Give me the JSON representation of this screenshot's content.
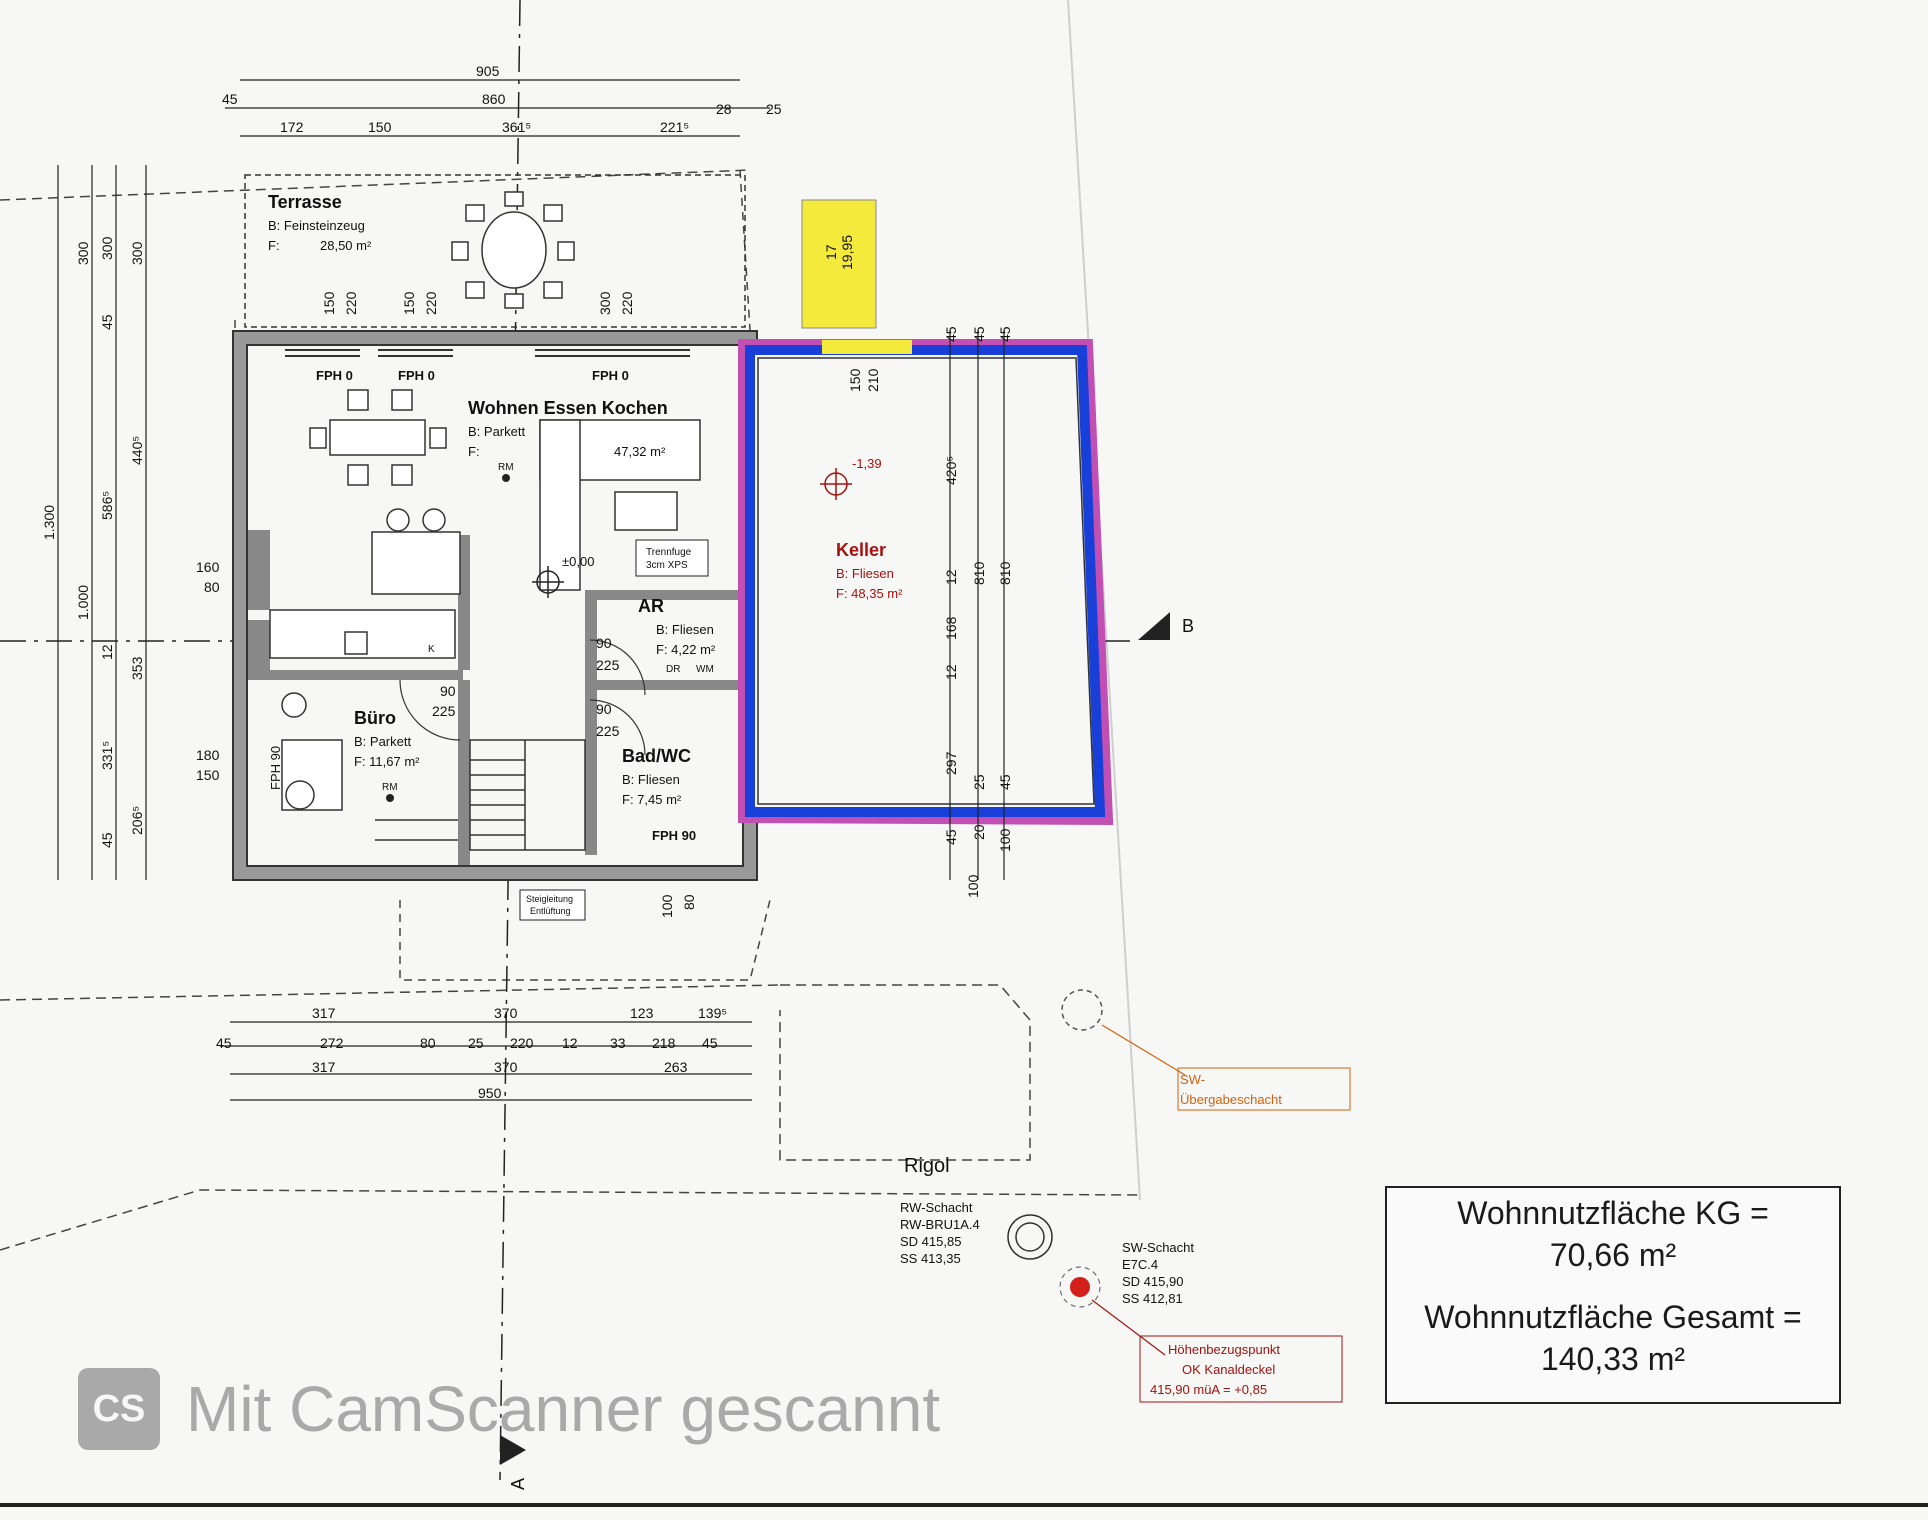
{
  "dimensions": {
    "top_total": "905",
    "top_outer_left": "45",
    "top_mid": "860",
    "top_28": "28",
    "top_25": "25",
    "top_row": [
      "172",
      "150",
      "361⁵",
      "221⁵"
    ],
    "left_col": [
      "1.300",
      "1.000",
      "300",
      "300",
      "300",
      "45",
      "440⁵",
      "586⁵",
      "12",
      "353",
      "331⁵",
      "45",
      "206⁵"
    ],
    "left_windows": [
      "160",
      "80",
      "180",
      "150"
    ],
    "window_dims": [
      "150",
      "220",
      "150",
      "220",
      "300",
      "220"
    ],
    "bottom_row1": [
      "317",
      "370",
      "123",
      "139⁵"
    ],
    "bottom_row2": [
      "45",
      "272",
      "80",
      "25",
      "220",
      "12",
      "33",
      "218",
      "45"
    ],
    "bottom_row3": [
      "317",
      "370",
      "263"
    ],
    "bottom_total": "950",
    "keller_side": [
      "45",
      "45",
      "45",
      "420⁵",
      "810",
      "810",
      "12",
      "168",
      "12",
      "297",
      "25",
      "45",
      "45",
      "20",
      "100",
      "100"
    ],
    "door_dims": [
      "150",
      "210"
    ],
    "inner_door": [
      "90",
      "225",
      "90",
      "225",
      "90",
      "225"
    ],
    "stair": [
      "17",
      "19,95"
    ],
    "bottom_100_80": [
      "100",
      "80"
    ]
  },
  "rooms": {
    "terrasse": {
      "name": "Terrasse",
      "floor": "B: Feinsteinzeug",
      "area_label": "F:",
      "area": "28,50 m²"
    },
    "wohnen": {
      "name": "Wohnen Essen Kochen",
      "floor": "B: Parkett",
      "area_label": "F:",
      "area": "47,32 m²"
    },
    "keller": {
      "name": "Keller",
      "floor": "B: Fliesen",
      "area": "F: 48,35 m²",
      "level": "-1,39"
    },
    "ar": {
      "name": "AR",
      "floor": "B: Fliesen",
      "area": "F: 4,22 m²",
      "dr": "DR",
      "wm": "WM"
    },
    "bad": {
      "name": "Bad/WC",
      "floor": "B: Fliesen",
      "area": "F: 7,45 m²",
      "window": "FPH 90"
    },
    "buero": {
      "name": "Büro",
      "floor": "B: Parkett",
      "area": "F: 11,67 m²",
      "window": "FPH 90",
      "rm": "RM"
    }
  },
  "labels": {
    "fph_windows": [
      "FPH 0",
      "FPH 0",
      "FPH 0"
    ],
    "level_zero": "±0,00",
    "rm": "RM",
    "trennfuge": [
      "Trennfuge",
      "3cm XPS"
    ],
    "steigleitung": [
      "Steigleitung",
      "Entlüftung"
    ],
    "section_a": "A",
    "section_b": "B",
    "rigol": "Rigol",
    "rw_schacht": [
      "RW-Schacht",
      "RW-BRU1A.4",
      "SD 415,85",
      "SS 413,35"
    ],
    "sw_schacht": [
      "SW-Schacht",
      "E7C.4",
      "SD 415,90",
      "SS 412,81"
    ],
    "sw_uebergabe": [
      "SW-",
      "Übergabeschacht"
    ],
    "hoehenbezug": [
      "Höhenbezugspunkt",
      "OK Kanaldeckel",
      "415,90 müA = +0,85"
    ],
    "k": "K"
  },
  "summary": {
    "kg_label": "Wohnnutzfläche KG =",
    "kg_value": "70,66 m²",
    "total_label": "Wohnnutzfläche Gesamt =",
    "total_value": "140,33 m²"
  },
  "watermark": {
    "logo": "CS",
    "text": "Mit CamScanner gescannt"
  },
  "colors": {
    "keller_blue": "#1840d8",
    "keller_magenta": "#c24fb4",
    "stair_yellow": "#f4ea3c",
    "marker_red": "#d3201a",
    "note_orange": "#d2620d"
  }
}
